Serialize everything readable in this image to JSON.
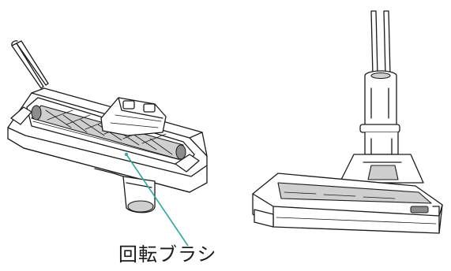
{
  "callout": {
    "label": "回転ブラシ"
  },
  "colors": {
    "line": "#1a1a1a",
    "leader": "#2fa79a",
    "shade": "#cfcfcf"
  },
  "parts": {
    "left": [
      "tweezers-icon",
      "brush-head-underside-illustration",
      "rotating-brush-roller"
    ],
    "right": [
      "power-nozzle-illustration",
      "nozzle-connector-pipe",
      "nozzle-wires"
    ]
  }
}
